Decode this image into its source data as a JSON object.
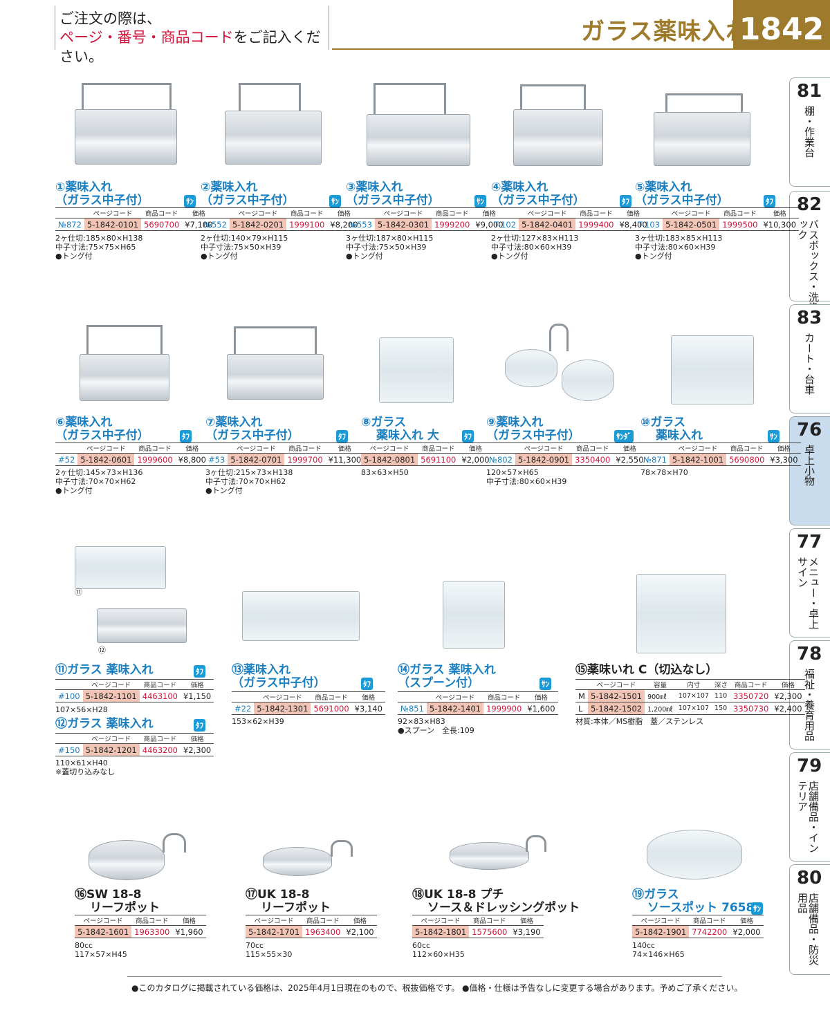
{
  "header": {
    "note_line1": "ご注文の際は、",
    "note_line2_red": "ページ・番号・商品コード",
    "note_line2_rest": "をご記入ください。",
    "title": "ガラス薬味入れ",
    "page": "1842"
  },
  "sidetabs": [
    {
      "num": "81",
      "label": "棚・作業台"
    },
    {
      "num": "82",
      "label": "バスボックス・洗浄ラック"
    },
    {
      "num": "83",
      "label": "カート・台車"
    },
    {
      "num": "76",
      "label": "卓上小物"
    },
    {
      "num": "77",
      "label": "メニュー・卓上サイン"
    },
    {
      "num": "78",
      "label": "福祉・養育用品"
    },
    {
      "num": "79",
      "label": "店舗備品・インテリア"
    },
    {
      "num": "80",
      "label": "店舗備品・防災用品"
    }
  ],
  "table_headers": {
    "page_code": "ページコード",
    "item_code": "商品コード",
    "price": "価格",
    "capacity": "容量",
    "inner": "内寸",
    "depth": "深さ"
  },
  "products": [
    {
      "title": "①薬味入れ",
      "sub": "（ガラス中子付）",
      "badge": "ｻﾝ",
      "no": "№872",
      "page_code": "5-1842-0101",
      "item_code": "5690700",
      "price": "¥7,100",
      "spec": "2ヶ仕切:185×80×H138\n中子寸法:75×75×H65\n●トング付"
    },
    {
      "title": "②薬味入れ",
      "sub": "（ガラス中子付）",
      "badge": "ｻﾝ",
      "no": "№552",
      "page_code": "5-1842-0201",
      "item_code": "1999100",
      "price": "¥8,200",
      "spec": "2ヶ仕切:140×79×H115\n中子寸法:75×50×H39\n●トング付"
    },
    {
      "title": "③薬味入れ",
      "sub": "（ガラス中子付）",
      "badge": "ｻﾝ",
      "no": "№553",
      "page_code": "5-1842-0301",
      "item_code": "1999200",
      "price": "¥9,000",
      "spec": "3ヶ仕切:187×80×H115\n中子寸法:75×50×H39\n●トング付"
    },
    {
      "title": "④薬味入れ",
      "sub": "（ガラス中子付）",
      "badge": "ﾀﾌ",
      "no": "T-102",
      "page_code": "5-1842-0401",
      "item_code": "1999400",
      "price": "¥8,400",
      "spec": "2ヶ仕切:127×83×H113\n中子寸法:80×60×H39\n●トング付"
    },
    {
      "title": "⑤薬味入れ",
      "sub": "（ガラス中子付）",
      "badge": "ﾀﾌ",
      "no": "T-103",
      "page_code": "5-1842-0501",
      "item_code": "1999500",
      "price": "¥10,300",
      "spec": "3ヶ仕切:183×85×H113\n中子寸法:80×60×H39\n●トング付"
    },
    {
      "title": "⑥薬味入れ",
      "sub": "（ガラス中子付）",
      "badge": "ﾀﾌ",
      "no": "#52",
      "page_code": "5-1842-0601",
      "item_code": "1999600",
      "price": "¥8,800",
      "spec": "2ヶ仕切:145×73×H136\n中子寸法:70×70×H62\n●トング付"
    },
    {
      "title": "⑦薬味入れ",
      "sub": "（ガラス中子付）",
      "badge": "ﾀﾌ",
      "no": "#53",
      "page_code": "5-1842-0701",
      "item_code": "1999700",
      "price": "¥11,300",
      "spec": "3ヶ仕切:215×73×H138\n中子寸法:70×70×H62\n●トング付"
    },
    {
      "title": "⑧ガラス",
      "sub": "薬味入れ 大",
      "badge": "ﾀﾌ",
      "no": "",
      "page_code": "5-1842-0801",
      "item_code": "5691100",
      "price": "¥2,000",
      "spec": "83×63×H50"
    },
    {
      "title": "⑨薬味入れ",
      "sub": "（ガラス中子付）",
      "badge": "ｻﾝﾀﾞ",
      "no": "№802",
      "page_code": "5-1842-0901",
      "item_code": "3350400",
      "price": "¥2,550",
      "spec": "120×57×H65\n中子寸法:80×60×H39"
    },
    {
      "title": "⑩ガラス",
      "sub": "薬味入れ",
      "badge": "ｻﾝ",
      "no": "№871",
      "page_code": "5-1842-1001",
      "item_code": "5690800",
      "price": "¥3,300",
      "spec": "78×78×H70"
    },
    {
      "title": "⑪ガラス 薬味入れ",
      "sub": "",
      "badge": "ﾀﾌ",
      "no": "#100",
      "page_code": "5-1842-1101",
      "item_code": "4463100",
      "price": "¥1,150",
      "spec": "107×56×H28"
    },
    {
      "title": "⑫ガラス 薬味入れ",
      "sub": "",
      "badge": "ﾀﾌ",
      "no": "#150",
      "page_code": "5-1842-1201",
      "item_code": "4463200",
      "price": "¥2,300",
      "spec": "110×61×H40\n※蓋切り込みなし"
    },
    {
      "title": "⑬薬味入れ",
      "sub": "（ガラス中子付）",
      "badge": "ﾀﾌ",
      "no": "#22",
      "page_code": "5-1842-1301",
      "item_code": "5691000",
      "price": "¥3,140",
      "spec": "153×62×H39"
    },
    {
      "title": "⑭ガラス 薬味入れ",
      "sub": "（スプーン付）",
      "badge": "ｻﾝ",
      "no": "№851",
      "page_code": "5-1842-1401",
      "item_code": "1999900",
      "price": "¥1,600",
      "spec": "92×83×H83\n●スプーン　全長:109"
    },
    {
      "title": "⑯SW 18-8",
      "sub": "リーフポット",
      "page_code": "5-1842-1601",
      "item_code": "1963300",
      "price": "¥1,960",
      "spec": "80cc\n117×57×H45"
    },
    {
      "title": "⑰UK 18-8",
      "sub": "リーフポット",
      "page_code": "5-1842-1701",
      "item_code": "1963400",
      "price": "¥2,100",
      "spec": "70cc\n115×55×30"
    },
    {
      "title": "⑱UK 18-8 プチ",
      "sub": "ソース＆ドレッシングポット",
      "page_code": "5-1842-1801",
      "item_code": "1575600",
      "price": "¥3,190",
      "spec": "60cc\n112×60×H35"
    },
    {
      "title": "⑲ガラス",
      "sub": "ソースポット 7658",
      "badge": "ｻﾝ",
      "page_code": "5-1842-1901",
      "item_code": "7742200",
      "price": "¥2,000",
      "spec": "140cc\n74×146×H65"
    }
  ],
  "product15": {
    "title": "⑮薬味いれ C（切込なし）",
    "rows": [
      {
        "size": "M",
        "page_code": "5-1842-1501",
        "capacity": "900㎖",
        "inner": "107×107",
        "depth": "110",
        "item_code": "3350720",
        "price": "¥2,300"
      },
      {
        "size": "L",
        "page_code": "5-1842-1502",
        "capacity": "1,200㎖",
        "inner": "107×107",
        "depth": "150",
        "item_code": "3350730",
        "price": "¥2,400"
      }
    ],
    "spec": "材質:本体／MS樹脂　蓋／ステンレス"
  },
  "labels": {
    "l11": "⑪",
    "l12": "⑫"
  },
  "footer": "●このカタログに掲載されている価格は、2025年4月1日現在のもので、税抜価格です。 ●価格・仕様は予告なしに変更する場合があります。予めご了承ください。"
}
